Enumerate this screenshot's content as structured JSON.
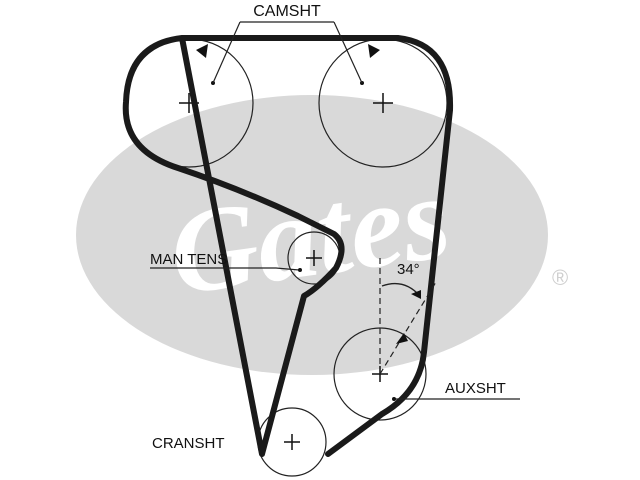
{
  "labels": {
    "camshaft": "CAMSHT",
    "manual_tensioner": "MAN TENS",
    "auxiliary_shaft": "AUXSHT",
    "crankshaft": "CRANSHT",
    "angle": "34°"
  },
  "watermark": {
    "brand": "Gates",
    "registered_mark": "®"
  },
  "colors": {
    "belt": "#1a1a1a",
    "line": "#222222",
    "watermark": "#d9d9d9"
  }
}
